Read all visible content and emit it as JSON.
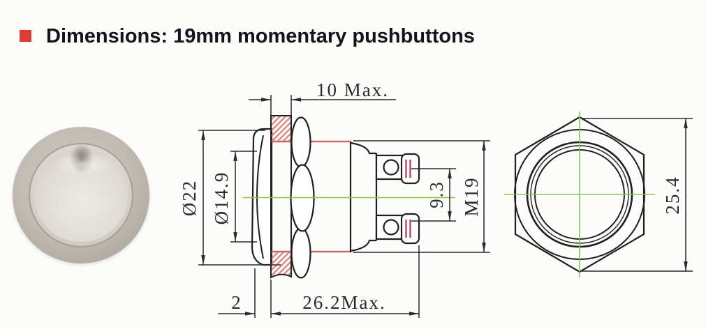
{
  "title": {
    "text": "Dimensions: 19mm momentary pushbuttons"
  },
  "side_view": {
    "dim_panel_thickness": "10 Max.",
    "dim_bezel_diameter": "Ø22",
    "dim_button_diameter": "Ø14.9",
    "dim_terminal_spacing": "9.3",
    "dim_thread": "M19",
    "dim_bezel_thickness": "2",
    "dim_body_length": "26.2Max."
  },
  "rear_view": {
    "dim_across_corners": "25.4"
  },
  "colors": {
    "accent_red": "#e03c34",
    "hatch_red": "#dd8a84",
    "thread_red": "#c96a6a",
    "terminal_red": "#b5485d",
    "centerline_green": "#8cc152",
    "line_black": "#1f1f1f"
  }
}
